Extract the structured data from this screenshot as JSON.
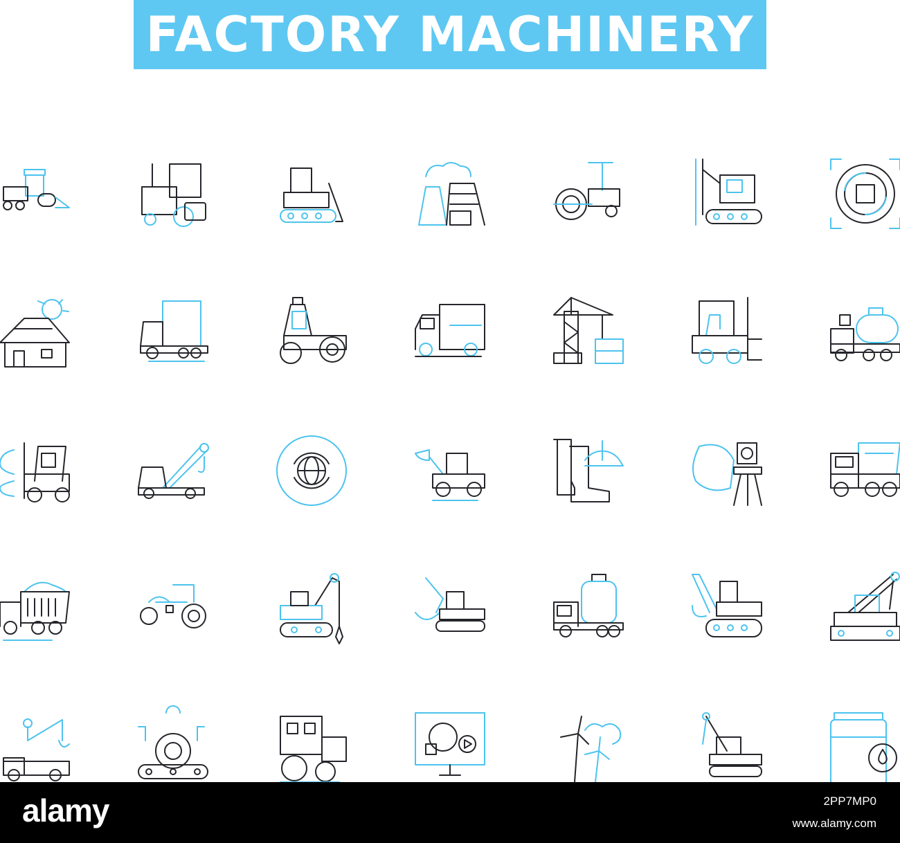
{
  "title": "FACTORY MACHINERY",
  "colors": {
    "banner": "#5ec8f2",
    "accent": "#4cc3ee",
    "stroke": "#25262b",
    "footer": "#000000"
  },
  "icons": [
    "road-roller-truck-icon",
    "forklift-cargo-icon",
    "bulldozer-icon",
    "factory-smoke-icon",
    "roller-compactor-icon",
    "crawler-drill-rig-icon",
    "recycling-box-icon",
    "solar-house-icon",
    "box-truck-icon",
    "steamroller-icon",
    "delivery-truck-icon",
    "tower-crane-icon",
    "forklift-icon",
    "tanker-truck-icon",
    "claw-forklift-icon",
    "tow-crane-truck-icon",
    "global-refresh-icon",
    "wheel-loader-icon",
    "boots-helmet-icon",
    "surveyor-theodolite-icon",
    "dump-truck-icon",
    "sand-dump-truck-icon",
    "tractor-icon",
    "crawler-excavator-icon",
    "loader-excavator-icon",
    "gas-tanker-truck-icon",
    "digger-excavator-icon",
    "crawler-crane-icon",
    "robotic-arm-truck-icon",
    "conveyor-gear-icon",
    "compactor-cab-icon",
    "monitor-gear-video-icon",
    "wind-turbine-icon",
    "pile-driver-crane-icon",
    "oil-barrel-icon"
  ],
  "footer": {
    "brand": "alamy",
    "image_id": "2PP7MP0",
    "url": "www.alamy.com"
  }
}
